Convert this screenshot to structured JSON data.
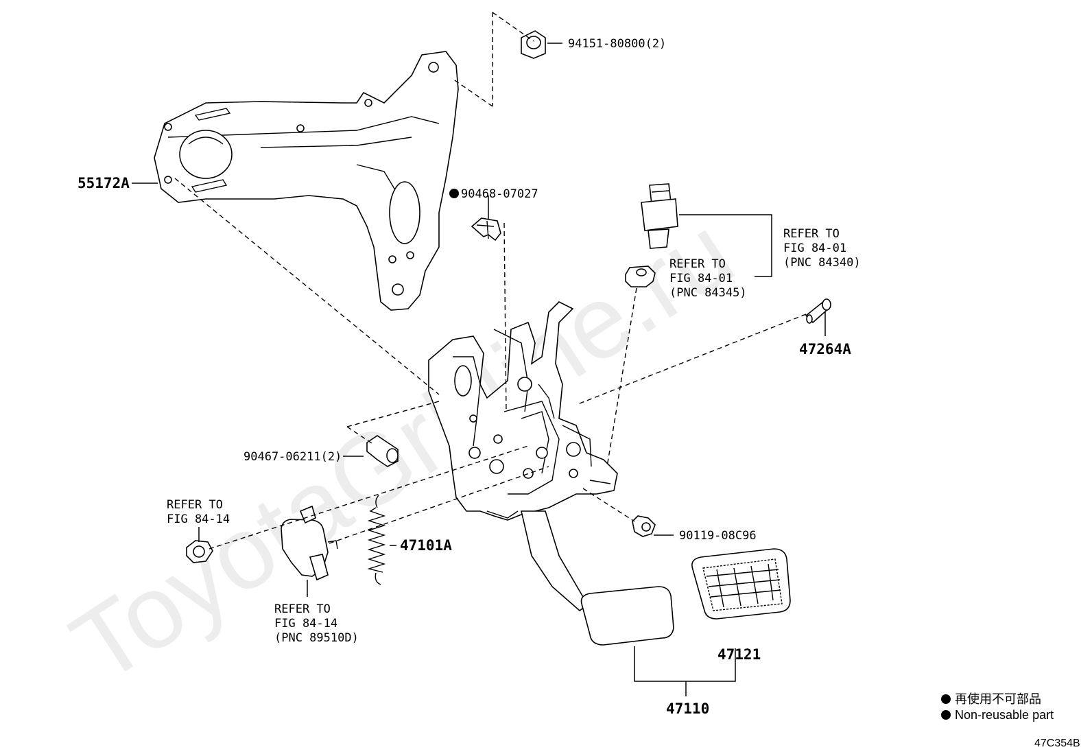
{
  "watermark": "ToyotaGrMine.ru",
  "labels": {
    "p94151": "94151-80800(2)",
    "p55172A": "55172A",
    "p90468": "90468-07027",
    "refer_84340": [
      "REFER TO",
      "FIG 84-01",
      "(PNC 84340)"
    ],
    "refer_84345": [
      "REFER TO",
      "FIG 84-01",
      "(PNC 84345)"
    ],
    "p47264A": "47264A",
    "p90467": "90467-06211(2)",
    "refer_84_14_top": [
      "REFER TO",
      "FIG 84-14"
    ],
    "refer_89510D": [
      "REFER TO",
      "FIG 84-14",
      "(PNC 89510D)"
    ],
    "p47101A": "47101A",
    "p90119": "90119-08C96",
    "p47121": "47121",
    "p47110": "47110"
  },
  "legend": {
    "item1": "再使用不可部品",
    "item2": "Non-reusable part"
  },
  "figure_code": "47C354B"
}
